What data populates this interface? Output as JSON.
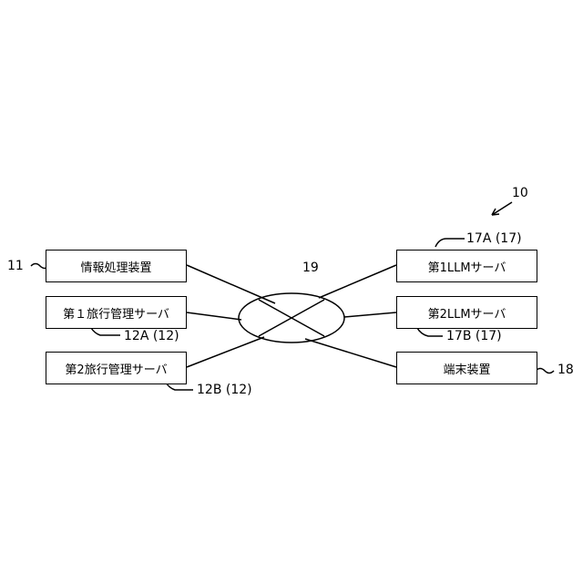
{
  "figure": {
    "system_ref": "10",
    "network_ref": "19",
    "nodes": {
      "info_device": {
        "label": "情報処理装置",
        "ref": "11"
      },
      "travel_server_1": {
        "label": "第１旅行管理サーバ",
        "ref": "12A (12)"
      },
      "travel_server_2": {
        "label": "第2旅行管理サーバ",
        "ref": "12B (12)"
      },
      "llm_server_1": {
        "label": "第1LLMサーバ",
        "ref": "17A (17)"
      },
      "llm_server_2": {
        "label": "第2LLMサーバ",
        "ref": "17B (17)"
      },
      "terminal_device": {
        "label": "端末装置",
        "ref": "18"
      }
    }
  }
}
